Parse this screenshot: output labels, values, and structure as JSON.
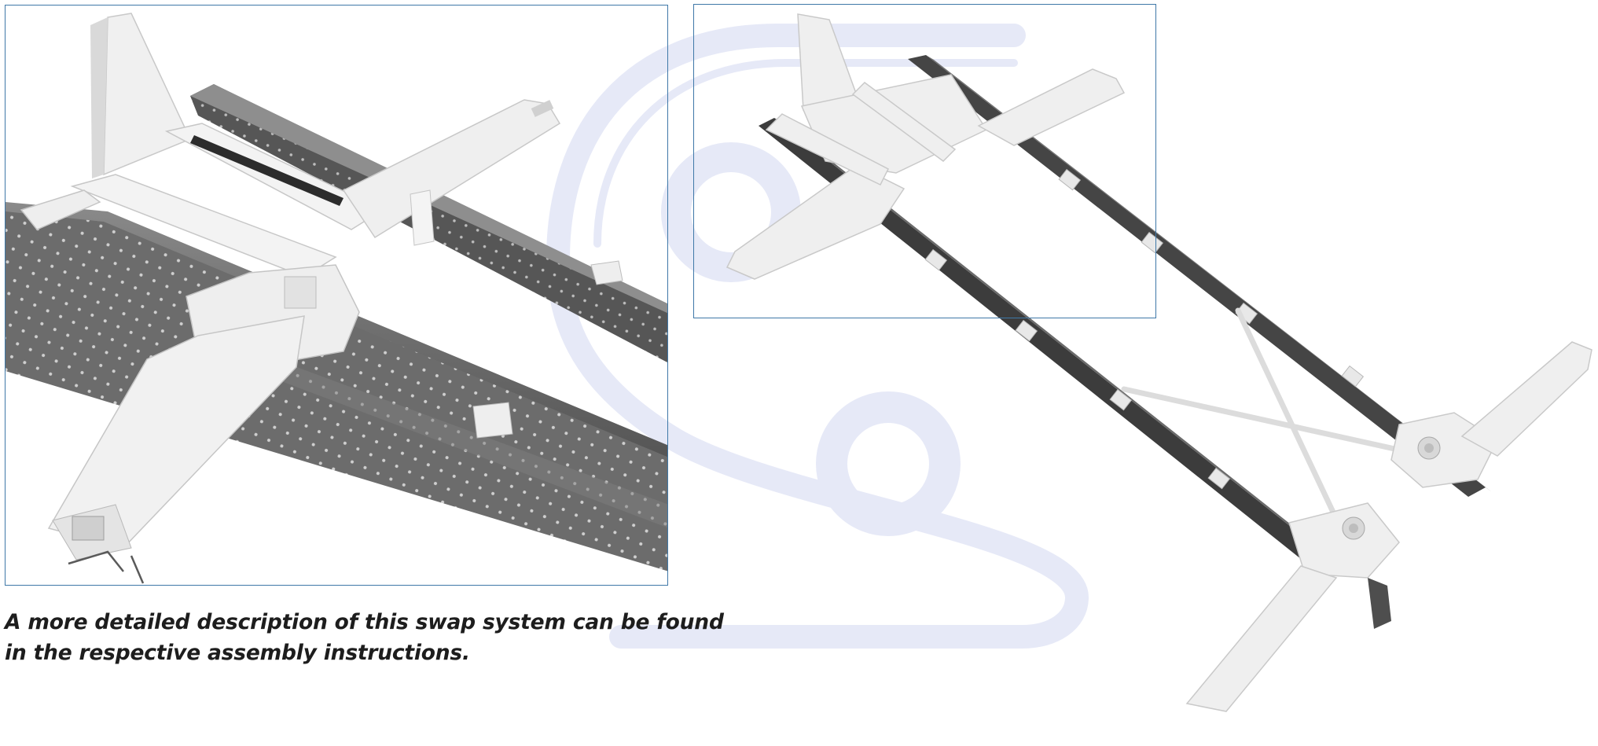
{
  "caption": {
    "line1": "A more detailed description of this swap system can be found",
    "line2": "in the respective assembly instructions."
  },
  "colors": {
    "frame_border": "#3f78a8",
    "watermark": "#e6e9f7",
    "rail_dark": "#4a4a4a",
    "rail_mid": "#6e6e6e",
    "bracket_light": "#ededed",
    "caption_text": "#1d1d1d"
  },
  "figures": {
    "detail_view": "swap-system-detail-render",
    "overview": "swap-system-overview-render"
  }
}
